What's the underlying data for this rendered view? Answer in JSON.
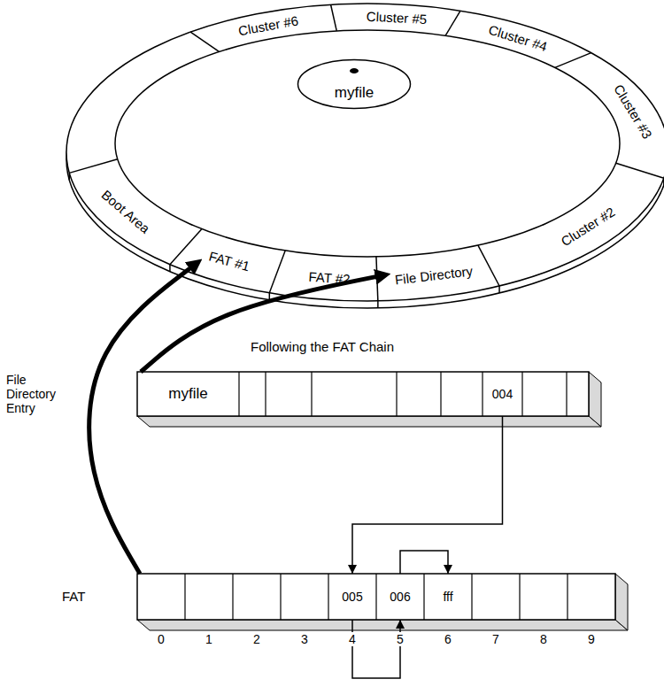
{
  "diagram": {
    "title": "Following the FAT Chain",
    "nodes": [
      {
        "text": [
          "Cluster #6"
        ]
      },
      {
        "text": [
          "Cluster #5"
        ]
      },
      {
        "text": [
          "Cluster #4"
        ]
      },
      {
        "text": [
          "Cluster #3"
        ]
      },
      {
        "text": [
          "Cluster #2"
        ]
      },
      {
        "text": [
          "File Directory"
        ]
      },
      {
        "text": [
          "FAT #2"
        ]
      },
      {
        "text": [
          "FAT #1"
        ]
      },
      {
        "text": [
          "Boot Area"
        ]
      },
      {
        "text": [
          "myfile"
        ]
      },
      {
        "text": [
          "File Directory Entry"
        ]
      },
      {
        "text": [
          "myfile"
        ],
        "in": 10
      },
      {
        "text": [
          "004"
        ],
        "in": 10
      },
      {
        "text": [
          "FAT"
        ]
      },
      {
        "text": [
          "005"
        ],
        "in": 13
      },
      {
        "text": [
          "006"
        ],
        "in": 13
      },
      {
        "text": [
          "fff"
        ],
        "in": 13
      }
    ],
    "edges": [
      {
        "from": 10,
        "to": 5,
        "arrow": "to"
      },
      {
        "from": 13,
        "to": 7,
        "arrow": "to"
      },
      {
        "from": 12,
        "to": 14,
        "arrow": "to"
      },
      {
        "from": 14,
        "to": 15,
        "arrow": "to"
      },
      {
        "from": 15,
        "to": 16,
        "arrow": "to"
      }
    ],
    "labels": [
      "0",
      "1",
      "2",
      "3",
      "4",
      "5",
      "6",
      "7",
      "8",
      "9"
    ]
  }
}
